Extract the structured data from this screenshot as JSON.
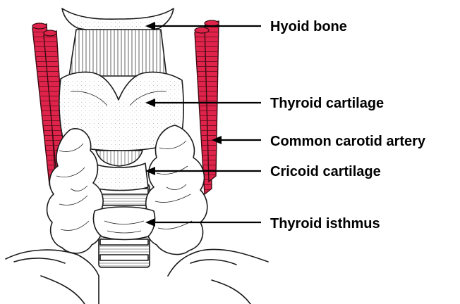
{
  "colors": {
    "artery": "#e0234a",
    "ink": "#1a1a1a",
    "background": "#ffffff"
  },
  "labels": {
    "hyoid_bone": "Hyoid bone",
    "thyroid_cartilage": "Thyroid cartilage",
    "common_carotid_artery": "Common carotid artery",
    "cricoid_cartilage": "Cricoid cartilage",
    "thyroid_isthmus": "Thyroid isthmus"
  }
}
